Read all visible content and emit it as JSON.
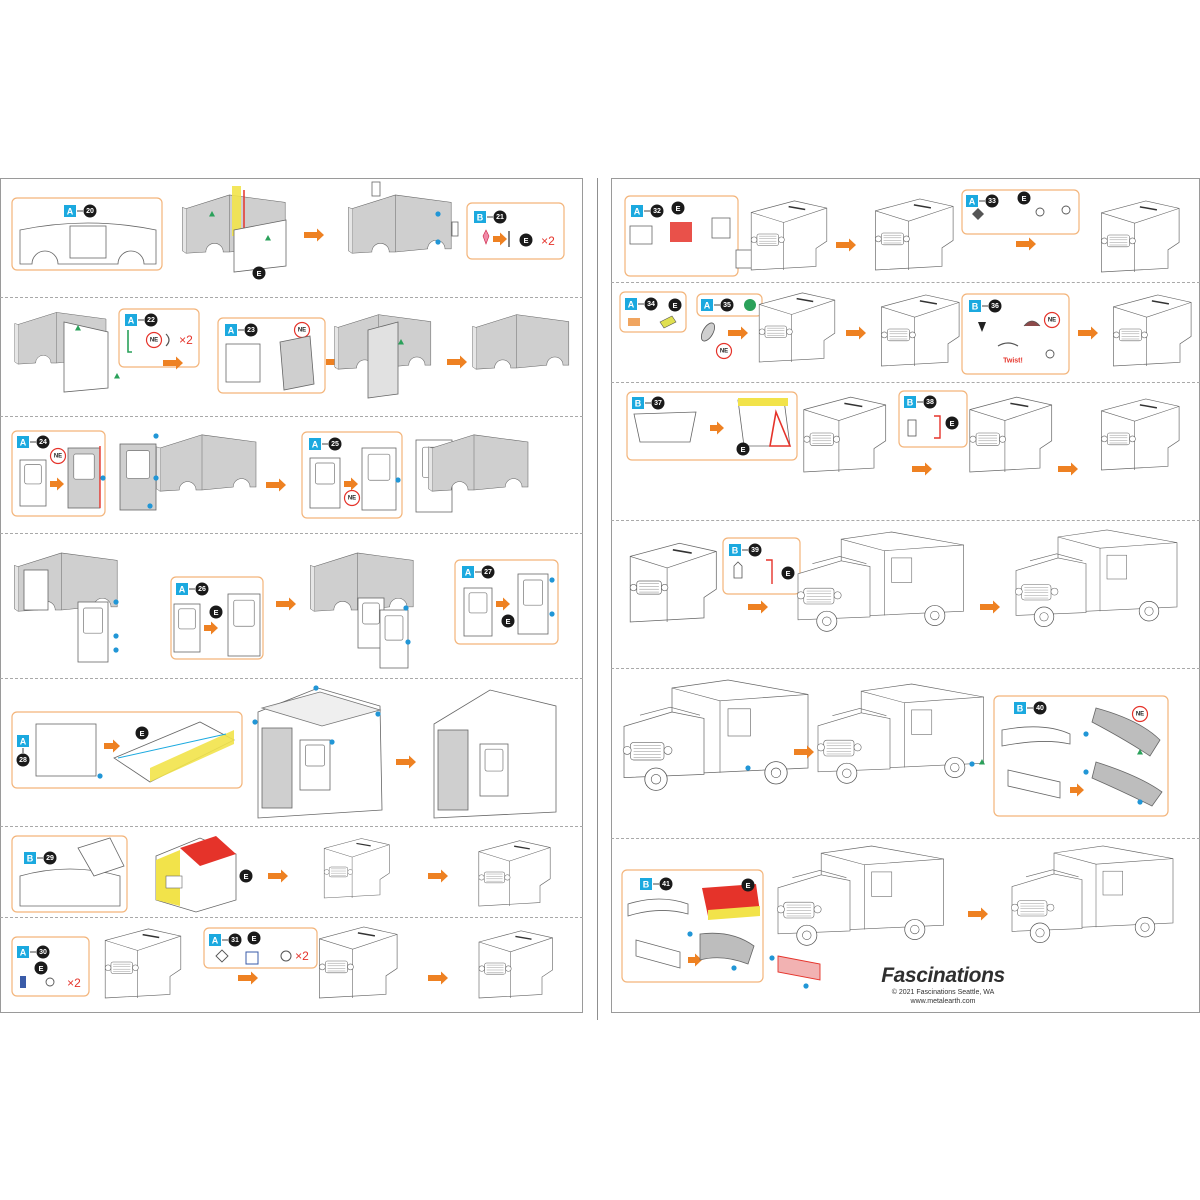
{
  "colors": {
    "cyan": "#1ba9df",
    "black_badge": "#1a1a1a",
    "arrow_orange": "#ee8122",
    "callout_orange": "#f3b47a",
    "yellow_highlight": "#f2e34a",
    "red_highlight": "#e5332a",
    "green_marker": "#2aa15a",
    "blue_dot": "#2196d6",
    "part_gray": "#cfcfcf",
    "line_gray": "#777777"
  },
  "icons": {
    "sheet": "sheet-label-icon",
    "step": "step-number-badge-icon",
    "bend": "bend-tool-E-icon",
    "curve": "curve-NE-icon",
    "arrow": "next-step-arrow-icon"
  },
  "glyphs": {
    "E": "E",
    "NE": "NE",
    "x2": "×2",
    "twist": "Twist!"
  },
  "steps": [
    {
      "num": "20",
      "sheet": "A"
    },
    {
      "num": "21",
      "sheet": "B"
    },
    {
      "num": "22",
      "sheet": "A"
    },
    {
      "num": "23",
      "sheet": "A"
    },
    {
      "num": "24",
      "sheet": "A"
    },
    {
      "num": "25",
      "sheet": "A"
    },
    {
      "num": "26",
      "sheet": "A"
    },
    {
      "num": "27",
      "sheet": "A"
    },
    {
      "num": "28",
      "sheet": "A"
    },
    {
      "num": "29",
      "sheet": "B"
    },
    {
      "num": "30",
      "sheet": "A"
    },
    {
      "num": "31",
      "sheet": "A"
    },
    {
      "num": "32",
      "sheet": "A"
    },
    {
      "num": "33",
      "sheet": "A"
    },
    {
      "num": "34",
      "sheet": "A"
    },
    {
      "num": "35",
      "sheet": "A"
    },
    {
      "num": "36",
      "sheet": "B"
    },
    {
      "num": "37",
      "sheet": "B"
    },
    {
      "num": "38",
      "sheet": "B"
    },
    {
      "num": "39",
      "sheet": "B"
    },
    {
      "num": "40",
      "sheet": "B"
    },
    {
      "num": "41",
      "sheet": "B"
    }
  ],
  "brand": {
    "logo": "Fascinations",
    "copyright": "© 2021 Fascinations Seattle, WA",
    "website": "www.metalearth.com"
  }
}
